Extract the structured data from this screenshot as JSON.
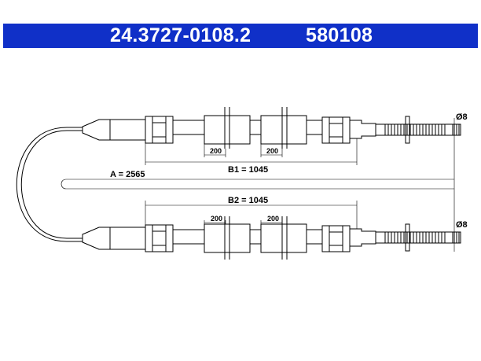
{
  "header": {
    "part_number": "24.3727-0108.2",
    "ref_number": "580108",
    "color": "#1030c8"
  },
  "dimensions": {
    "a": "A = 2565",
    "b1": "B1 = 1045",
    "b2": "B2 = 1045",
    "seg_top_1": "200",
    "seg_top_2": "200",
    "seg_bot_1": "200",
    "seg_bot_2": "200",
    "dia_top": "Ø8",
    "dia_bot": "Ø8"
  }
}
